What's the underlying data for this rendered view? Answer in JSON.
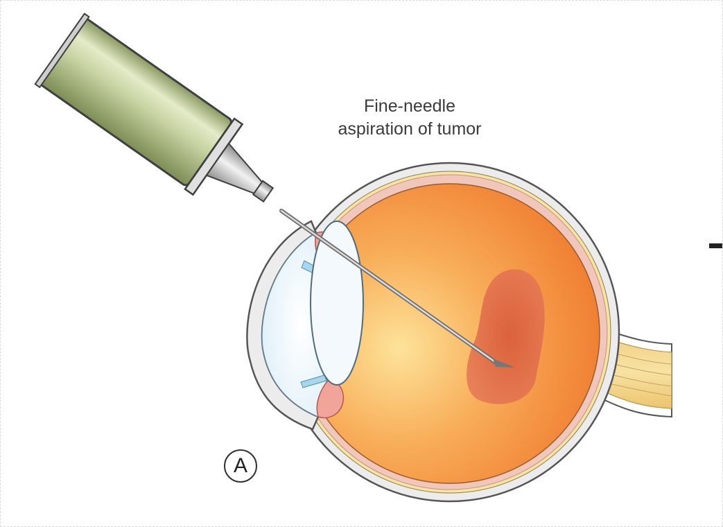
{
  "caption": {
    "line1": "Fine-needle",
    "line2": "aspiration of tumor"
  },
  "panel_label": "A",
  "colors": {
    "vitreous_center": "#fde39a",
    "vitreous_edge": "#ef7a2e",
    "tumor": "#d85a3a",
    "syringe_barrel": "#c7d3a2",
    "sclera": "#ececec",
    "retina": "#f0c7ba",
    "optic_nerve": "#f7e2a4",
    "lens": "#f4f9fd",
    "cornea": "#dceef8"
  },
  "icons": {
    "syringe": "syringe-icon",
    "eye": "eyeball-cross-section-icon"
  }
}
